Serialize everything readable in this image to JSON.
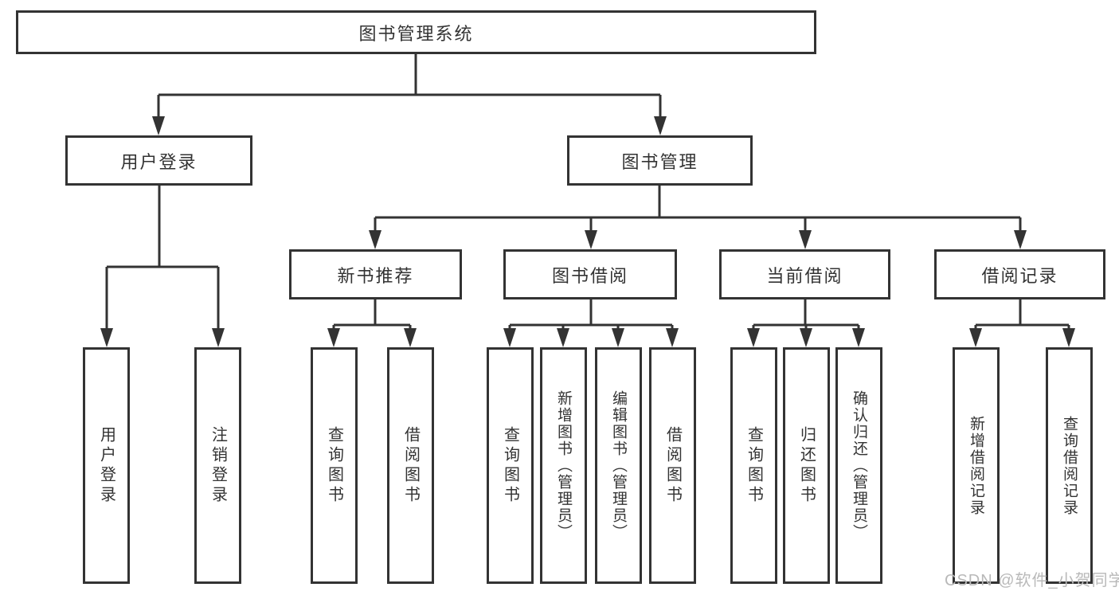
{
  "diagram": {
    "tree": {
      "root": {
        "label": "图书管理系统",
        "children": [
          {
            "label": "用户登录",
            "children": [
              {
                "label": "用户登录"
              },
              {
                "label": "注销登录"
              }
            ]
          },
          {
            "label": "图书管理",
            "children": [
              {
                "label": "新书推荐",
                "children": [
                  {
                    "label": "查询图书"
                  },
                  {
                    "label": "借阅图书"
                  }
                ]
              },
              {
                "label": "图书借阅",
                "children": [
                  {
                    "label": "查询图书"
                  },
                  {
                    "label": "新增图书（管理员）"
                  },
                  {
                    "label": "编辑图书（管理员）"
                  },
                  {
                    "label": "借阅图书"
                  }
                ]
              },
              {
                "label": "当前借阅",
                "children": [
                  {
                    "label": "查询图书"
                  },
                  {
                    "label": "归还图书"
                  },
                  {
                    "label": "确认归还（管理员）"
                  }
                ]
              },
              {
                "label": "借阅记录",
                "children": [
                  {
                    "label": "新增借阅记录"
                  },
                  {
                    "label": "查询借阅记录"
                  }
                ]
              }
            ]
          }
        ]
      }
    },
    "watermark": "CSDN @软件_小贺同学",
    "colors": {
      "line": "#333333",
      "box_border": "#333333",
      "text": "#333333",
      "watermark": "#b9b9b9",
      "background": "#ffffff"
    }
  }
}
